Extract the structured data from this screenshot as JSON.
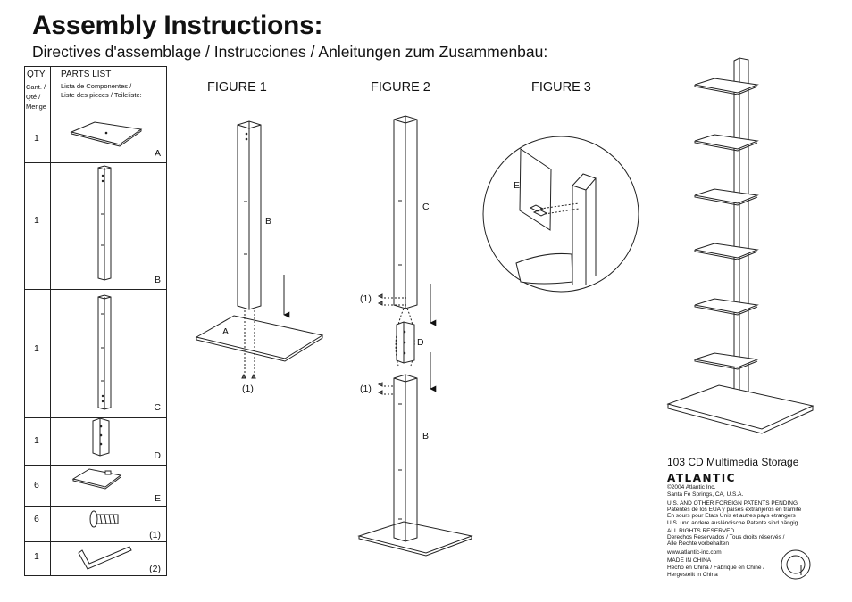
{
  "header": {
    "title": "Assembly Instructions:",
    "subtitle": "Directives d'assemblage / Instrucciones / Anleitungen zum Zusammenbau:"
  },
  "parts_table": {
    "qty_header": "QTY",
    "qty_sub": [
      "Cant. /",
      "Qté /",
      "Menge"
    ],
    "parts_header": "PARTS LIST",
    "parts_sub": [
      "Lista de Componentes /",
      "Liste des pieces / Teileliste:"
    ],
    "rows": [
      {
        "qty": "1",
        "label": "A"
      },
      {
        "qty": "1",
        "label": "B"
      },
      {
        "qty": "1",
        "label": "C"
      },
      {
        "qty": "1",
        "label": "D"
      },
      {
        "qty": "6",
        "label": "E"
      },
      {
        "qty": "6",
        "label": "(1)"
      },
      {
        "qty": "1",
        "label": "(2)"
      }
    ]
  },
  "figures": {
    "fig1": {
      "title": "FIGURE 1",
      "label_b": "B",
      "label_a": "A",
      "label_1": "(1)"
    },
    "fig2": {
      "title": "FIGURE 2",
      "label_c": "C",
      "label_1a": "(1)",
      "label_d": "D",
      "label_1b": "(1)",
      "label_b": "B"
    },
    "fig3": {
      "title": "FIGURE 3",
      "label_e": "E"
    }
  },
  "product_info": {
    "name": "103 CD Multimedia Storage",
    "brand": "ATLANTIC",
    "lines": [
      "©2004 Atlantic Inc.",
      "Santa Fe Springs, CA, U.S.A.",
      "U.S. AND OTHER FOREIGN PATENTS PENDING",
      "Patentes de los EUA y países extranjeros en trámite",
      "En sours pour Etats Unis et autres pays étrangers",
      "U.S. und andere ausländische Patente sind hängig",
      "ALL RIGHTS RESERVED",
      "Derechos Reservados / Tous droits réservés /",
      "Alle Rechte vorbehalten",
      "www.atlantic-inc.com",
      "MADE IN CHINA",
      "Hecho en China / Fabriqué en Chine /",
      "Hergestellt in China"
    ]
  }
}
